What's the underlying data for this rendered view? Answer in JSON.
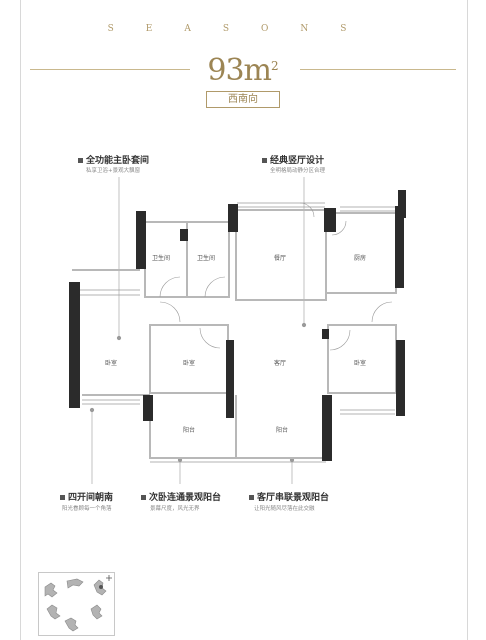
{
  "brand": "SEASONS",
  "area": {
    "value": "93",
    "unit": "m",
    "unit_sup": "2"
  },
  "orientation": "西南向",
  "features": [
    {
      "title": "全功能主卧套间",
      "sub": "私享卫浴+景观大飘窗"
    },
    {
      "title": "经典竖厅设计",
      "sub": "全明格局动静分区合理"
    },
    {
      "title": "四开间朝南",
      "sub": "阳光眷顾每一个角落"
    },
    {
      "title": "次卧连通景观阳台",
      "sub": "景幕尺度，风光无界"
    },
    {
      "title": "客厅串联景观阳台",
      "sub": "让阳光随风尽落在此交融"
    }
  ],
  "rooms": {
    "bath1": "卫生间",
    "bath2": "卫生间",
    "dining": "餐厅",
    "kitchen": "厨房",
    "master": "卧室",
    "bed2": "卧室",
    "living": "客厅",
    "bed3": "卧室",
    "balcony1": "阳台",
    "balcony2": "阳台"
  },
  "colors": {
    "gold": "#b09a6a",
    "wall": "#2b2b2b"
  }
}
